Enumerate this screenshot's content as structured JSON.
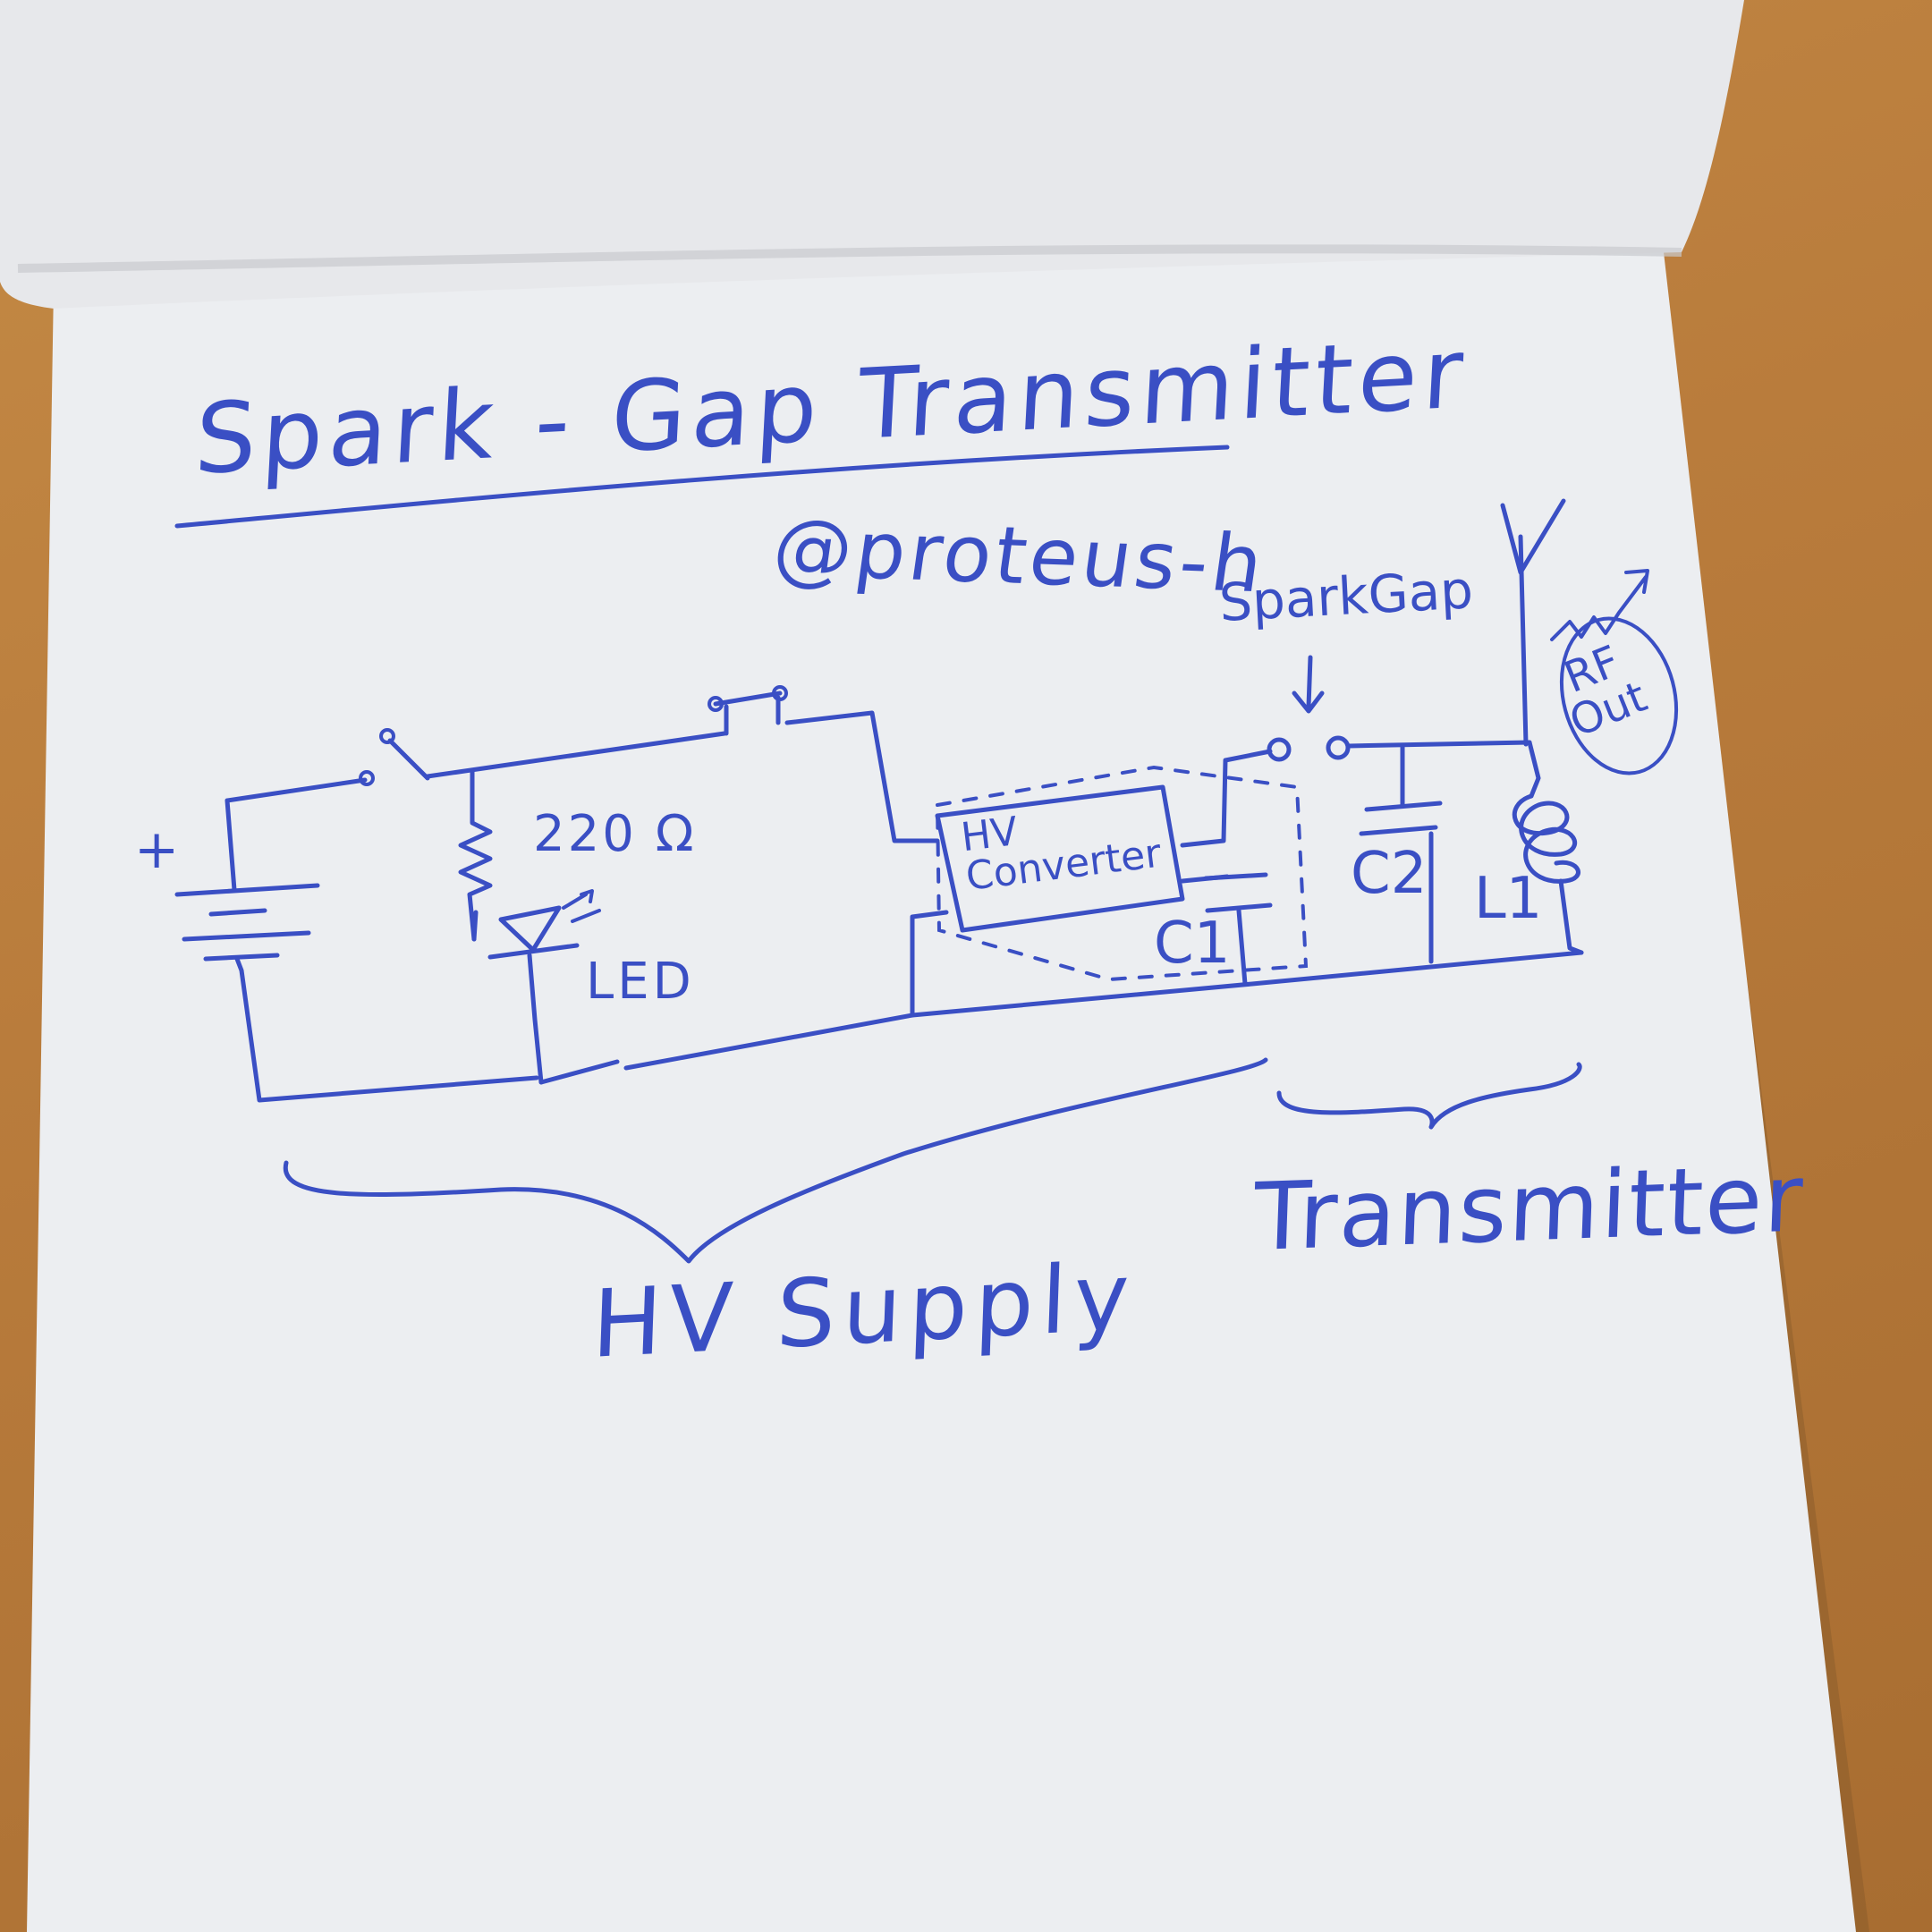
{
  "title": "Spark - Gap Transmitter",
  "author": "@proteus-h",
  "labels": {
    "plus": "+",
    "resistor": "220 Ω",
    "led": "LED",
    "hv_converter": "HV\nConverter",
    "c1": "C1",
    "c2": "C2",
    "l1": "L1",
    "spark_gap": "SparkGap",
    "rf_out": "RF\nOut"
  },
  "sections": {
    "left": "HV Supply",
    "right": "Transmitter"
  },
  "colors": {
    "ink": "#3a4fc4",
    "paper": "#eeeff2",
    "desk": "#b97c3c"
  }
}
